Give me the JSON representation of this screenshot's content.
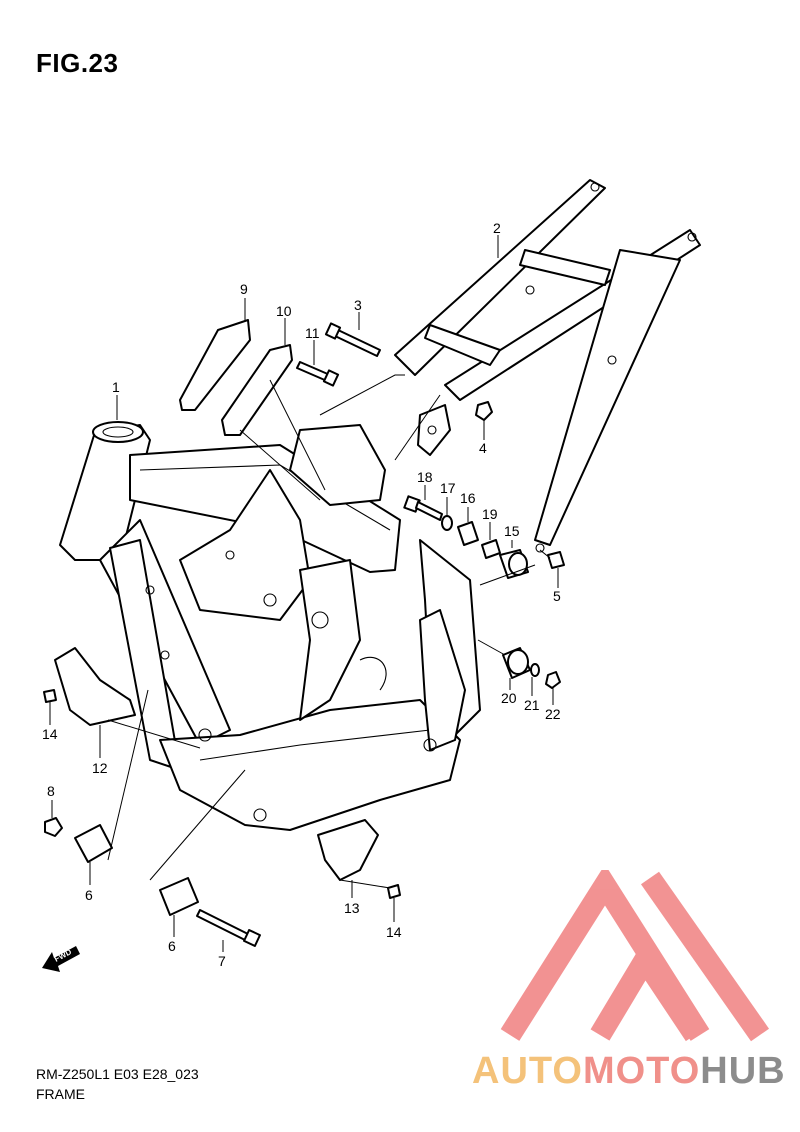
{
  "figure_title": "FIG.23",
  "callouts": {
    "c1": "1",
    "c2": "2",
    "c3": "3",
    "c4": "4",
    "c5": "5",
    "c6a": "6",
    "c6b": "6",
    "c7": "7",
    "c8": "8",
    "c9": "9",
    "c10": "10",
    "c11": "11",
    "c12": "12",
    "c13": "13",
    "c14a": "14",
    "c14b": "14",
    "c15": "15",
    "c16": "16",
    "c17": "17",
    "c18": "18",
    "c19": "19",
    "c20": "20",
    "c21": "21",
    "c22": "22"
  },
  "fwd_label": "FWD",
  "footer": {
    "code": "RM-Z250L1 E03 E28_023",
    "name": "FRAME"
  },
  "watermark": {
    "part1": "AUTO",
    "part2": "MOTO",
    "part3": "HUB",
    "colors": {
      "auto": "#f4c27a",
      "moto": "#f0908a",
      "hub": "#8c8c8c",
      "logo": "#f08080"
    }
  }
}
